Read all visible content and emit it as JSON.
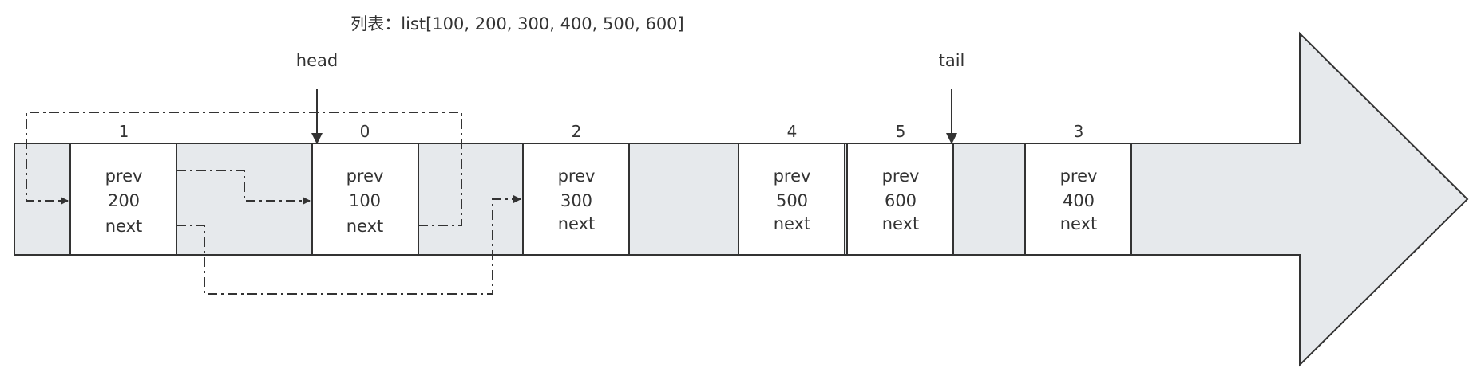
{
  "title": "列表：list[100, 200, 300, 400, 500, 600]",
  "pointers": {
    "head": "head",
    "tail": "tail"
  },
  "nodes": [
    {
      "index": "1",
      "prev": "prev",
      "value": "200",
      "next": "next"
    },
    {
      "index": "0",
      "prev": "prev",
      "value": "100",
      "next": "next"
    },
    {
      "index": "2",
      "prev": "prev",
      "value": "300",
      "next": "next"
    },
    {
      "index": "4",
      "prev": "prev",
      "value": "500",
      "next": "next"
    },
    {
      "index": "5",
      "prev": "prev",
      "value": "600",
      "next": "next"
    },
    {
      "index": "3",
      "prev": "prev",
      "value": "400",
      "next": "next"
    }
  ],
  "colors": {
    "band": "#e6e9ec",
    "stroke": "#333333",
    "node": "#ffffff"
  }
}
